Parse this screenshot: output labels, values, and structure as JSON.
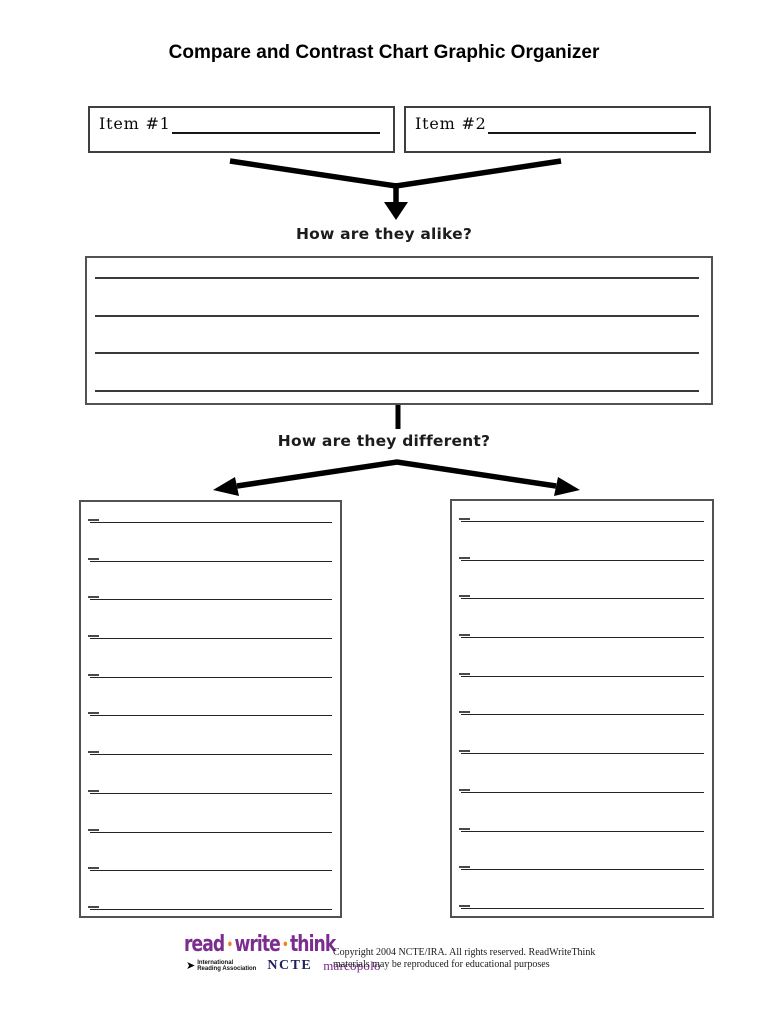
{
  "document": {
    "title": "Compare and Contrast Chart Graphic Organizer"
  },
  "item_boxes": {
    "item1_label": "Item #1",
    "item2_label": "Item #2"
  },
  "questions": {
    "alike_label": "How are they alike?",
    "different_label": "How are they different?"
  },
  "organizer": {
    "alike_line_count": 4,
    "difference_line_count": 11
  },
  "footer": {
    "logo": {
      "word1": "read",
      "word2": "write",
      "word3": "think",
      "separator": "•",
      "purple": "#7b2d8e",
      "orange": "#f58220"
    },
    "ira": {
      "line1": "International",
      "line2": "Reading Association"
    },
    "ira_icon_glyph": "➤",
    "ncte_label": "NCTE",
    "ncte_color": "#22225c",
    "marcopolo_label": "marcopolo",
    "copyright_line1": "Copyright 2004 NCTE/IRA. All rights reserved.  ReadWriteThink",
    "copyright_line2": "materials may be reproduced for educational purposes"
  },
  "colors": {
    "arrow": "#000000",
    "box_border": "#525252",
    "writing_line": "#2e2e2e"
  }
}
